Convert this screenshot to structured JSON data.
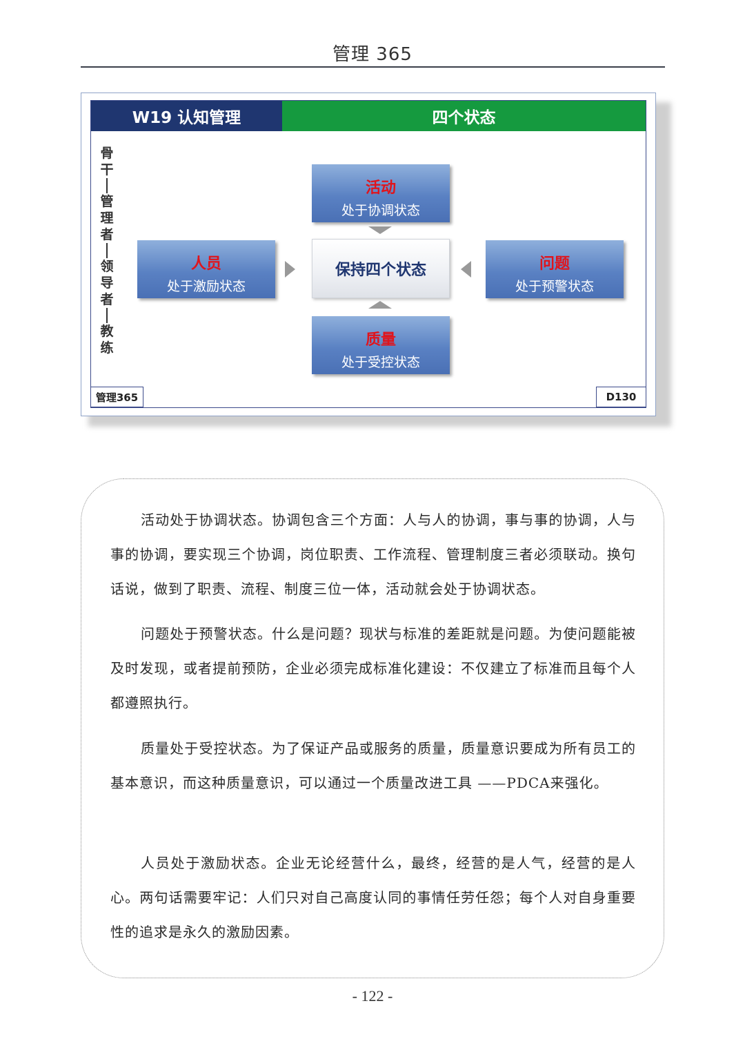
{
  "header": {
    "title": "管理 365"
  },
  "slide": {
    "title_left": "W19  认知管理",
    "title_right": "四个状态",
    "side_label": [
      "骨",
      "干",
      "—",
      "管",
      "理",
      "者",
      "—",
      "领",
      "导",
      "者",
      "—",
      "教",
      "练"
    ],
    "center": "保持四个状态",
    "top": {
      "title": "活动",
      "subtitle": "处于协调状态"
    },
    "left": {
      "title": "人员",
      "subtitle": "处于激励状态"
    },
    "right": {
      "title": "问题",
      "subtitle": "处于预警状态"
    },
    "bottom": {
      "title": "质量",
      "subtitle": "处于受控状态"
    },
    "footer_left": "管理365",
    "footer_right": "D130"
  },
  "body": {
    "paragraphs": [
      "活动处于协调状态。协调包含三个方面：人与人的协调，事与事的协调，人与事的协调，要实现三个协调，岗位职责、工作流程、管理制度三者必须联动。换句话说，做到了职责、流程、制度三位一体，活动就会处于协调状态。",
      "问题处于预警状态。什么是问题？现状与标准的差距就是问题。为使问题能被及时发现，或者提前预防，企业必须完成标准化建设：不仅建立了标准而且每个人都遵照执行。",
      "质量处于受控状态。为了保证产品或服务的质量，质量意识要成为所有员工的基本意识，而这种质量意识，可以通过一个质量改进工具 ——PDCA来强化。",
      "人员处于激励状态。企业无论经营什么，最终，经营的是人气，经营的是人心。两句话需要牢记：人们只对自己高度认同的事情任劳任怨；每个人对自身重要性的追求是永久的激励因素。"
    ]
  },
  "footer": {
    "page_number": "- 122 -"
  }
}
